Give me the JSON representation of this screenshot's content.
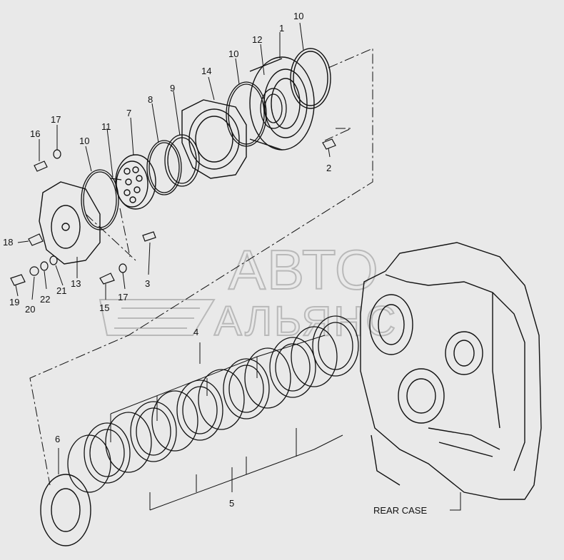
{
  "diagram": {
    "callouts": [
      "1",
      "2",
      "3",
      "4",
      "5",
      "6",
      "7",
      "8",
      "9",
      "10",
      "11",
      "12",
      "13",
      "14",
      "15",
      "16",
      "17",
      "18",
      "19",
      "20",
      "21",
      "22"
    ],
    "callout_10_extra": "10",
    "callout_17_extra": "17",
    "rear_case_label": "REAR CASE",
    "watermark_line1": "АВТО",
    "watermark_line2": "АЛЬЯНС"
  },
  "colors": {
    "background": "#e9e9e9",
    "line": "#111111",
    "watermark": "#b9b9b9"
  }
}
